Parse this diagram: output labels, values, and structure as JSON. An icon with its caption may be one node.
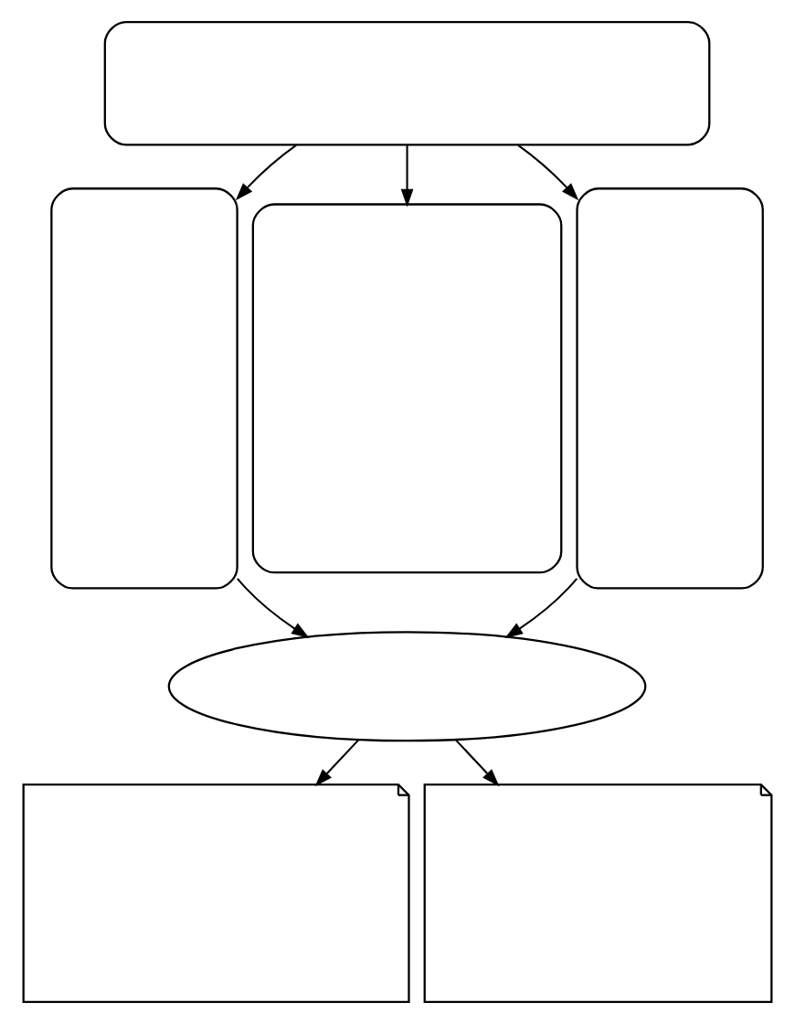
{
  "diagram": {
    "nodes": [
      {
        "text": [],
        "shape": "box"
      },
      {
        "text": [],
        "shape": "box"
      },
      {
        "text": [],
        "shape": "box"
      },
      {
        "text": [],
        "shape": "box"
      },
      {
        "text": [],
        "shape": "ellipse"
      },
      {
        "text": [],
        "shape": "note"
      },
      {
        "text": [],
        "shape": "note"
      }
    ],
    "edges": [
      {
        "from": 0,
        "to": 1,
        "arrow": "to"
      },
      {
        "from": 0,
        "to": 2,
        "arrow": "to"
      },
      {
        "from": 0,
        "to": 3,
        "arrow": "to"
      },
      {
        "from": 1,
        "to": 4,
        "arrow": "to"
      },
      {
        "from": 3,
        "to": 4,
        "arrow": "to"
      },
      {
        "from": 4,
        "to": 5,
        "arrow": "to"
      },
      {
        "from": 4,
        "to": 6,
        "arrow": "to"
      }
    ]
  }
}
